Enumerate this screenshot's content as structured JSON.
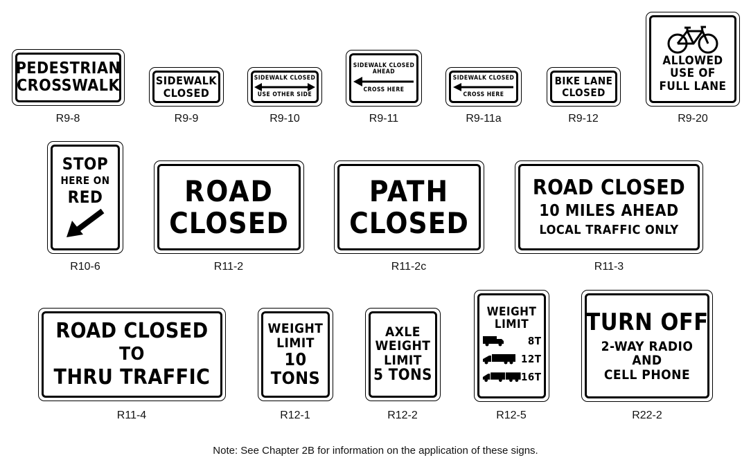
{
  "signs": {
    "r9_8": {
      "lines": [
        "PEDESTRIAN",
        "CROSSWALK"
      ],
      "code": "R9-8"
    },
    "r9_9": {
      "lines": [
        "SIDEWALK",
        "CLOSED"
      ],
      "code": "R9-9"
    },
    "r9_10": {
      "lines": [
        "SIDEWALK CLOSED",
        "USE OTHER SIDE"
      ],
      "code": "R9-10"
    },
    "r9_11": {
      "lines": [
        "SIDEWALK CLOSED",
        "AHEAD",
        "CROSS HERE"
      ],
      "code": "R9-11"
    },
    "r9_11a": {
      "lines": [
        "SIDEWALK CLOSED",
        "CROSS HERE"
      ],
      "code": "R9-11a"
    },
    "r9_12": {
      "lines": [
        "BIKE LANE",
        "CLOSED"
      ],
      "code": "R9-12"
    },
    "r9_20": {
      "lines": [
        "ALLOWED",
        "USE OF",
        "FULL LANE"
      ],
      "code": "R9-20"
    },
    "r10_6": {
      "lines": [
        "STOP",
        "HERE ON",
        "RED"
      ],
      "code": "R10-6"
    },
    "r11_2": {
      "lines": [
        "ROAD",
        "CLOSED"
      ],
      "code": "R11-2"
    },
    "r11_2c": {
      "lines": [
        "PATH",
        "CLOSED"
      ],
      "code": "R11-2c"
    },
    "r11_3": {
      "lines": [
        "ROAD CLOSED",
        "10 MILES AHEAD",
        "LOCAL TRAFFIC ONLY"
      ],
      "code": "R11-3"
    },
    "r11_4": {
      "lines": [
        "ROAD CLOSED",
        "TO",
        "THRU TRAFFIC"
      ],
      "code": "R11-4"
    },
    "r12_1": {
      "lines": [
        "WEIGHT",
        "LIMIT",
        "10",
        "TONS"
      ],
      "code": "R12-1"
    },
    "r12_2": {
      "lines": [
        "AXLE",
        "WEIGHT",
        "LIMIT",
        "5 TONS"
      ],
      "code": "R12-2"
    },
    "r12_5": {
      "lines": [
        "WEIGHT",
        "LIMIT"
      ],
      "tonnages": [
        "8T",
        "12T",
        "16T"
      ],
      "code": "R12-5"
    },
    "r22_2": {
      "lines": [
        "TURN OFF",
        "2-WAY RADIO",
        "AND",
        "CELL PHONE"
      ],
      "code": "R22-2"
    }
  },
  "icons": {
    "bicycle": "bicycle-icon",
    "arrow_left": "left-arrow-icon",
    "arrow_double": "double-headed-arrow-icon",
    "arrow_diagonal": "down-left-arrow-icon",
    "truck": "truck-icon"
  },
  "colors": {
    "legend": "#000000",
    "background": "#ffffff"
  },
  "note": "Note:  See Chapter 2B for information on the application of these signs."
}
